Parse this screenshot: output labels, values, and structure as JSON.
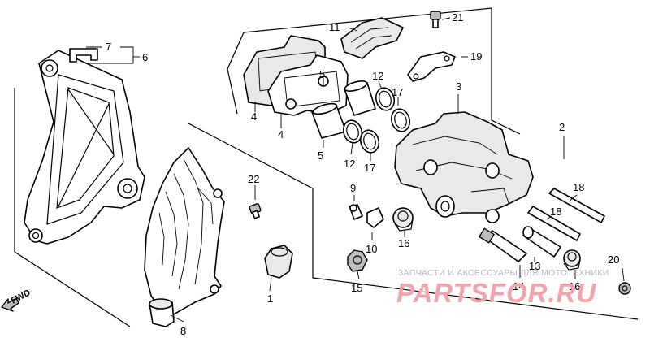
{
  "diagram": {
    "callouts": [
      "1",
      "2",
      "3",
      "4",
      "4",
      "5",
      "5",
      "6",
      "7",
      "8",
      "9",
      "10",
      "11",
      "12",
      "12",
      "13",
      "14",
      "15",
      "16",
      "16",
      "17",
      "17",
      "18",
      "18",
      "19",
      "20",
      "21",
      "22"
    ],
    "direction_label": "FWD"
  },
  "watermark": {
    "tagline": "ЗАПЧАСТИ И АКСЕССУАРЫ ДЛЯ МОТОТЕХНИКИ",
    "logo": "PARTSFOR.RU"
  }
}
